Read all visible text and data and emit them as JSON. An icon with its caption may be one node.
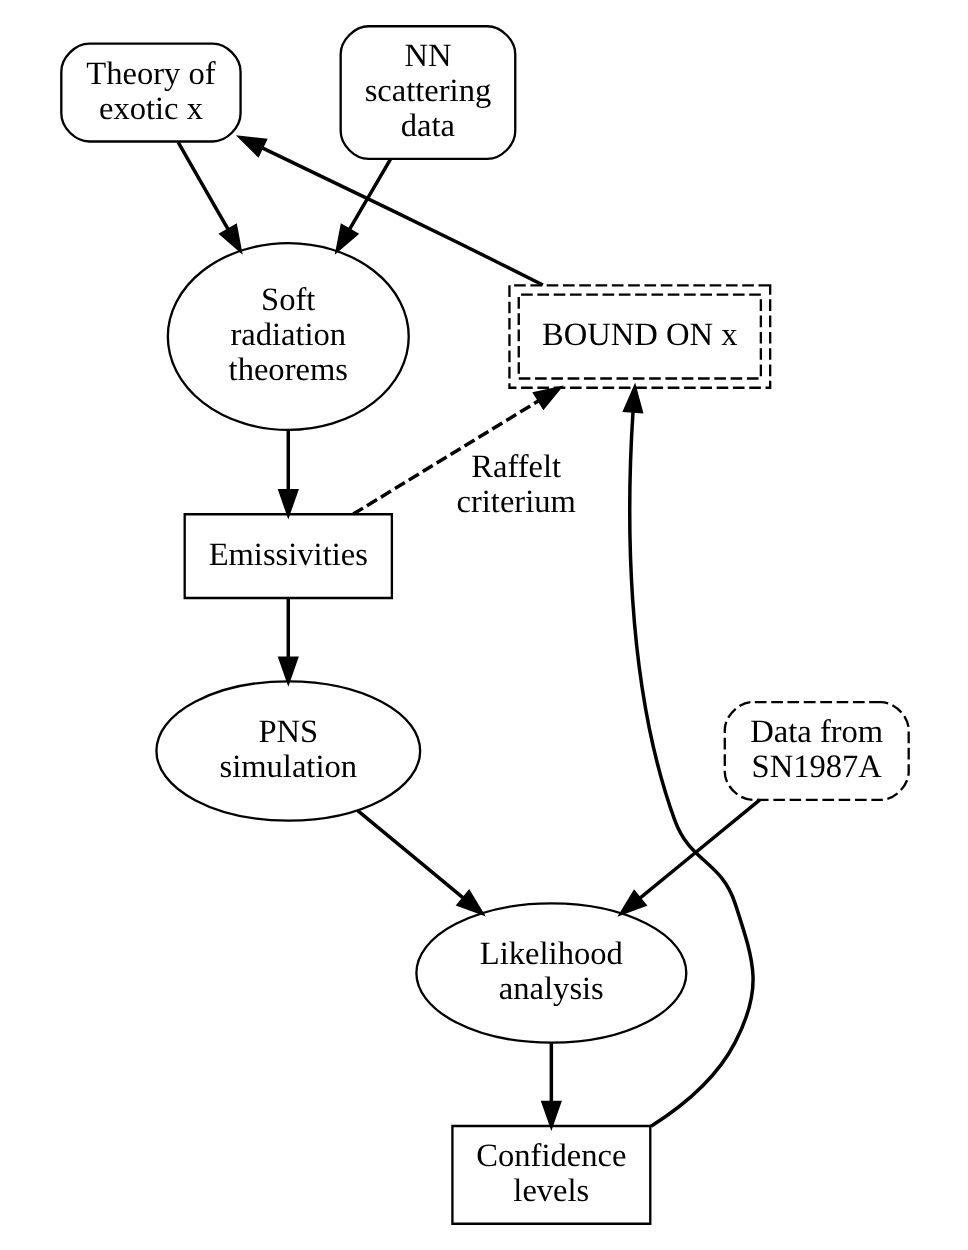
{
  "diagram": {
    "nodes": [
      {
        "text": [
          "Theory of exotic x"
        ]
      },
      {
        "text": [
          "NN scattering data"
        ]
      },
      {
        "text": [
          "Soft radiation theorems"
        ]
      },
      {
        "text": [
          "BOUND ON x"
        ]
      },
      {
        "text": [
          "Emissivities"
        ]
      },
      {
        "text": [
          "PNS simulation"
        ]
      },
      {
        "text": [
          "Data from SN1987A"
        ]
      },
      {
        "text": [
          "Likelihood analysis"
        ]
      },
      {
        "text": [
          "Confidence levels"
        ]
      }
    ],
    "edges": [
      {
        "from": 0,
        "to": 2,
        "arrow": "to"
      },
      {
        "from": 1,
        "to": 2,
        "arrow": "to"
      },
      {
        "from": 2,
        "to": 4,
        "arrow": "to"
      },
      {
        "from": 4,
        "to": 3,
        "arrow": "to",
        "style": "dashed",
        "label": "Raffelt criterium"
      },
      {
        "from": 3,
        "to": 0,
        "arrow": "to"
      },
      {
        "from": 4,
        "to": 5,
        "arrow": "to"
      },
      {
        "from": 5,
        "to": 7,
        "arrow": "to"
      },
      {
        "from": 6,
        "to": 7,
        "arrow": "to"
      },
      {
        "from": 7,
        "to": 8,
        "arrow": "to"
      },
      {
        "from": 8,
        "to": 3,
        "arrow": "to"
      }
    ]
  }
}
